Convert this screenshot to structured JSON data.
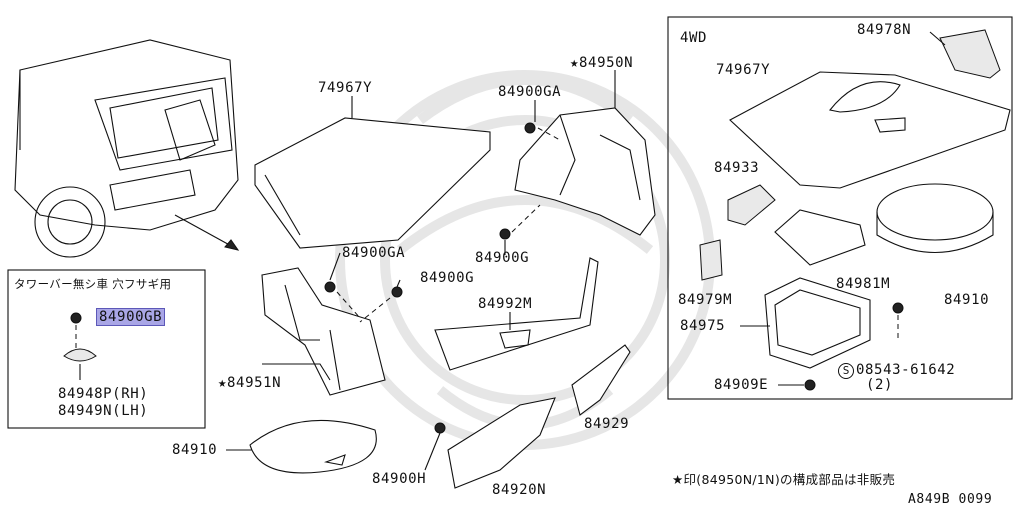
{
  "diagram": {
    "inset_4wd": {
      "title": "4WD",
      "labels": {
        "p84978N": "84978N",
        "p74967Y": "74967Y",
        "p84933": "84933",
        "p84979M": "84979M",
        "p84981M": "84981M",
        "p84910": "84910",
        "p84975": "84975",
        "p08543": "08543-61642",
        "p08543_qty": "(2)",
        "p84909E": "84909E"
      }
    },
    "inset_left": {
      "title": "タワーバー無シ車 穴フサギ用",
      "selected_part": "84900GB",
      "labels": {
        "p84948P": "84948P(RH)",
        "p84949N": "84949N(LH)"
      }
    },
    "main_labels": {
      "p74967Y": "74967Y",
      "p84950N": "★84950N",
      "p84900GA_top": "84900GA",
      "p84900G_top": "84900G",
      "p84900GA_mid": "84900GA",
      "p84900G_mid": "84900G",
      "p84992M": "84992M",
      "p84951N": "★84951N",
      "p84910": "84910",
      "p84929": "84929",
      "p84900H": "84900H",
      "p84920N": "84920N"
    },
    "footnote": "★印(84950N/1N)の構成部品は非販売",
    "figure_code": "A849B 0099"
  }
}
